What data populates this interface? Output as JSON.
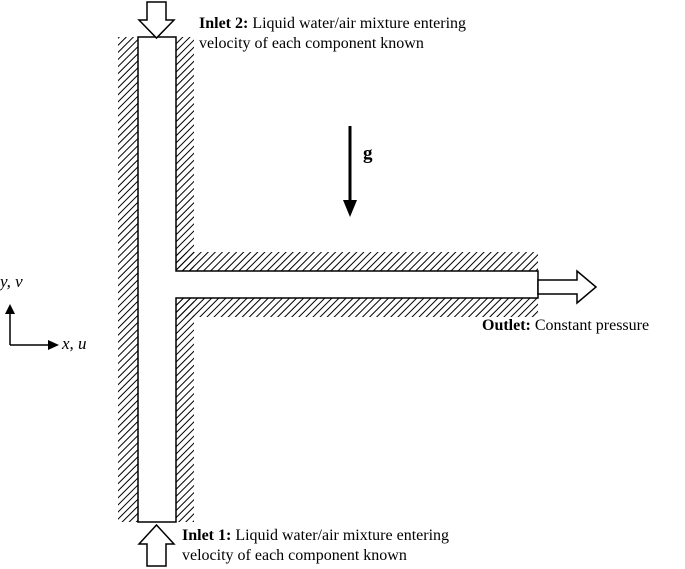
{
  "inlet2": {
    "title": "Inlet 2:",
    "line1": "Liquid water/air mixture entering",
    "line2": "velocity of each component known"
  },
  "inlet1": {
    "title": "Inlet 1:",
    "line1": "Liquid water/air mixture entering",
    "line2": "velocity of each component known"
  },
  "outlet": {
    "title": "Outlet:",
    "text": "Constant pressure"
  },
  "gravity": {
    "label": "g"
  },
  "axes": {
    "y_label": "y, v",
    "x_label": "x, u"
  }
}
